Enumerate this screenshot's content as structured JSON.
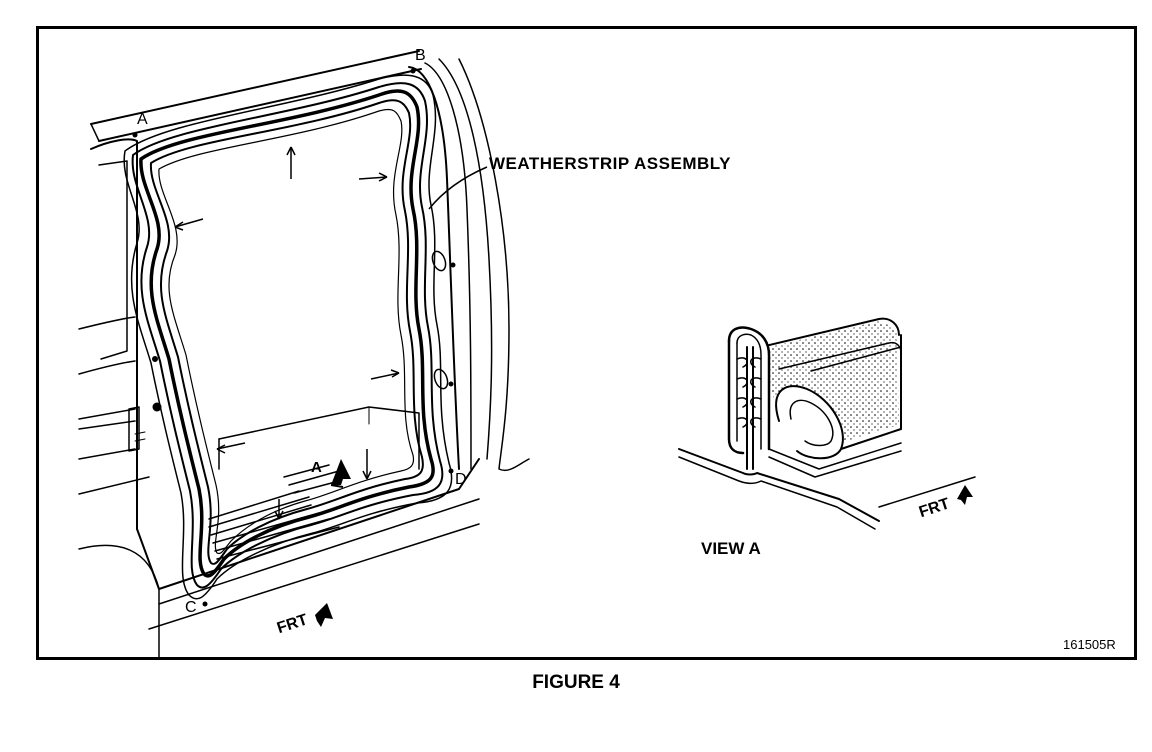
{
  "figure": {
    "caption": "FIGURE 4",
    "id_code": "161505R"
  },
  "labels": {
    "weatherstrip": "WEATHERSTRIP ASSEMBLY",
    "point_a": "A",
    "point_b": "B",
    "point_c": "C",
    "point_d": "D",
    "view_marker": "A",
    "view_a": "VIEW A",
    "frt_main": "FRT",
    "frt_detail": "FRT"
  },
  "colors": {
    "ink": "#000000",
    "paper": "#ffffff"
  }
}
